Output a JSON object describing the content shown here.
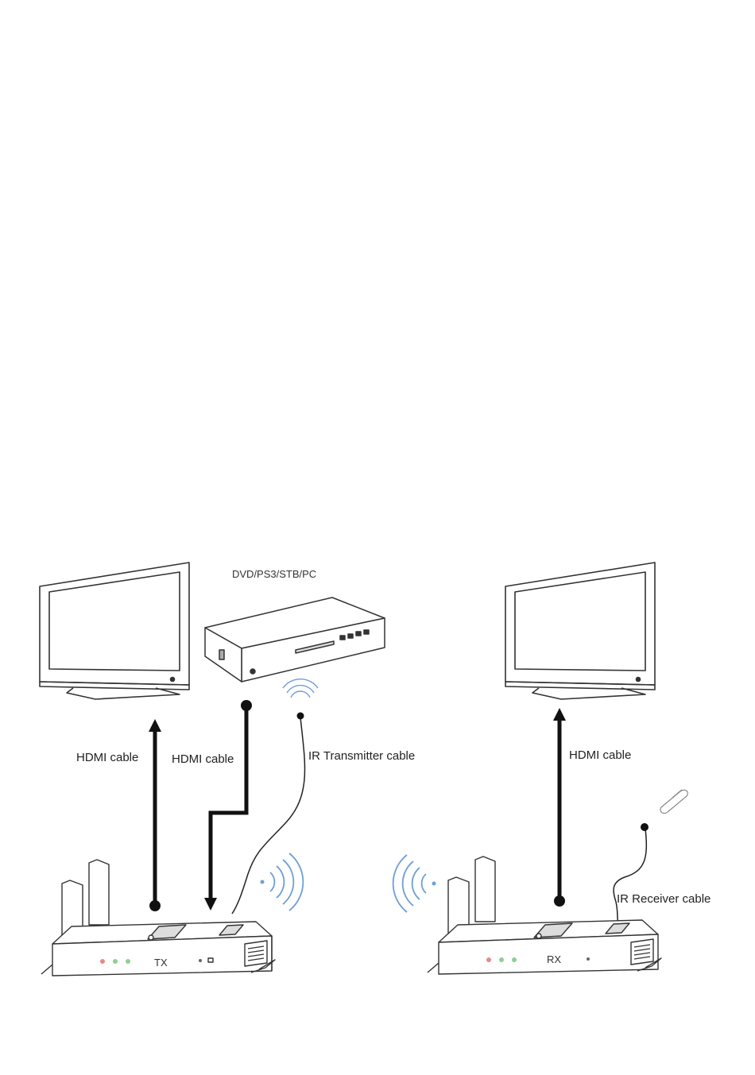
{
  "labels": {
    "source_device": "DVD/PS3/STB/PC",
    "hdmi_cable_tx_display": "HDMI cable",
    "hdmi_cable_source_tx": "HDMI cable",
    "ir_transmitter_cable": "IR Transmitter cable",
    "hdmi_cable_rx_display": "HDMI cable",
    "ir_receiver_cable": "IR Receiver cable",
    "tx_unit": "TX",
    "rx_unit": "RX"
  },
  "colors": {
    "line": "#222222",
    "wave": "#6d9fd6",
    "led_red": "#e78a8a",
    "led_green": "#8fcf8f"
  }
}
